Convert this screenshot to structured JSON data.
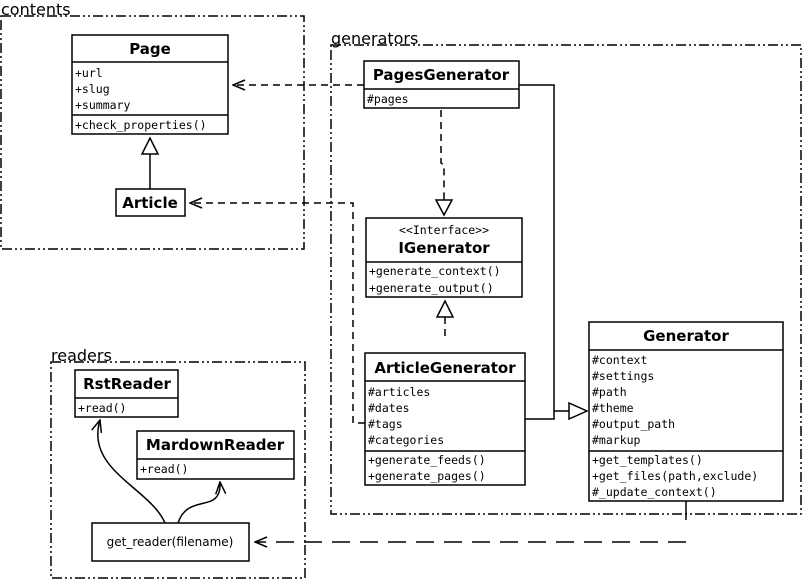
{
  "packages": {
    "contents": "contents",
    "generators": "generators",
    "readers": "readers"
  },
  "classes": {
    "page": {
      "name": "Page",
      "attributes": [
        "+url",
        "+slug",
        "+summary"
      ],
      "methods": [
        "+check_properties()"
      ]
    },
    "article": {
      "name": "Article"
    },
    "pages_generator": {
      "name": "PagesGenerator",
      "attributes": [
        "#pages"
      ]
    },
    "igenerator": {
      "stereotype": "<<Interface>>",
      "name": "IGenerator",
      "methods": [
        "+generate_context()",
        "+generate_output()"
      ]
    },
    "article_generator": {
      "name": "ArticleGenerator",
      "attributes": [
        "#articles",
        "#dates",
        "#tags",
        "#categories"
      ],
      "methods": [
        "+generate_feeds()",
        "+generate_pages()"
      ]
    },
    "generator": {
      "name": "Generator",
      "attributes": [
        "#context",
        "#settings",
        "#path",
        "#theme",
        "#output_path",
        "#markup"
      ],
      "methods": [
        "+get_templates()",
        "+get_files(path,exclude)",
        "#_update_context()"
      ]
    },
    "rst_reader": {
      "name": "RstReader",
      "methods": [
        "+read()"
      ]
    },
    "markdown_reader": {
      "name": "MardownReader",
      "methods": [
        "+read()"
      ]
    }
  },
  "functions": {
    "get_reader": "get_reader(filename)"
  }
}
